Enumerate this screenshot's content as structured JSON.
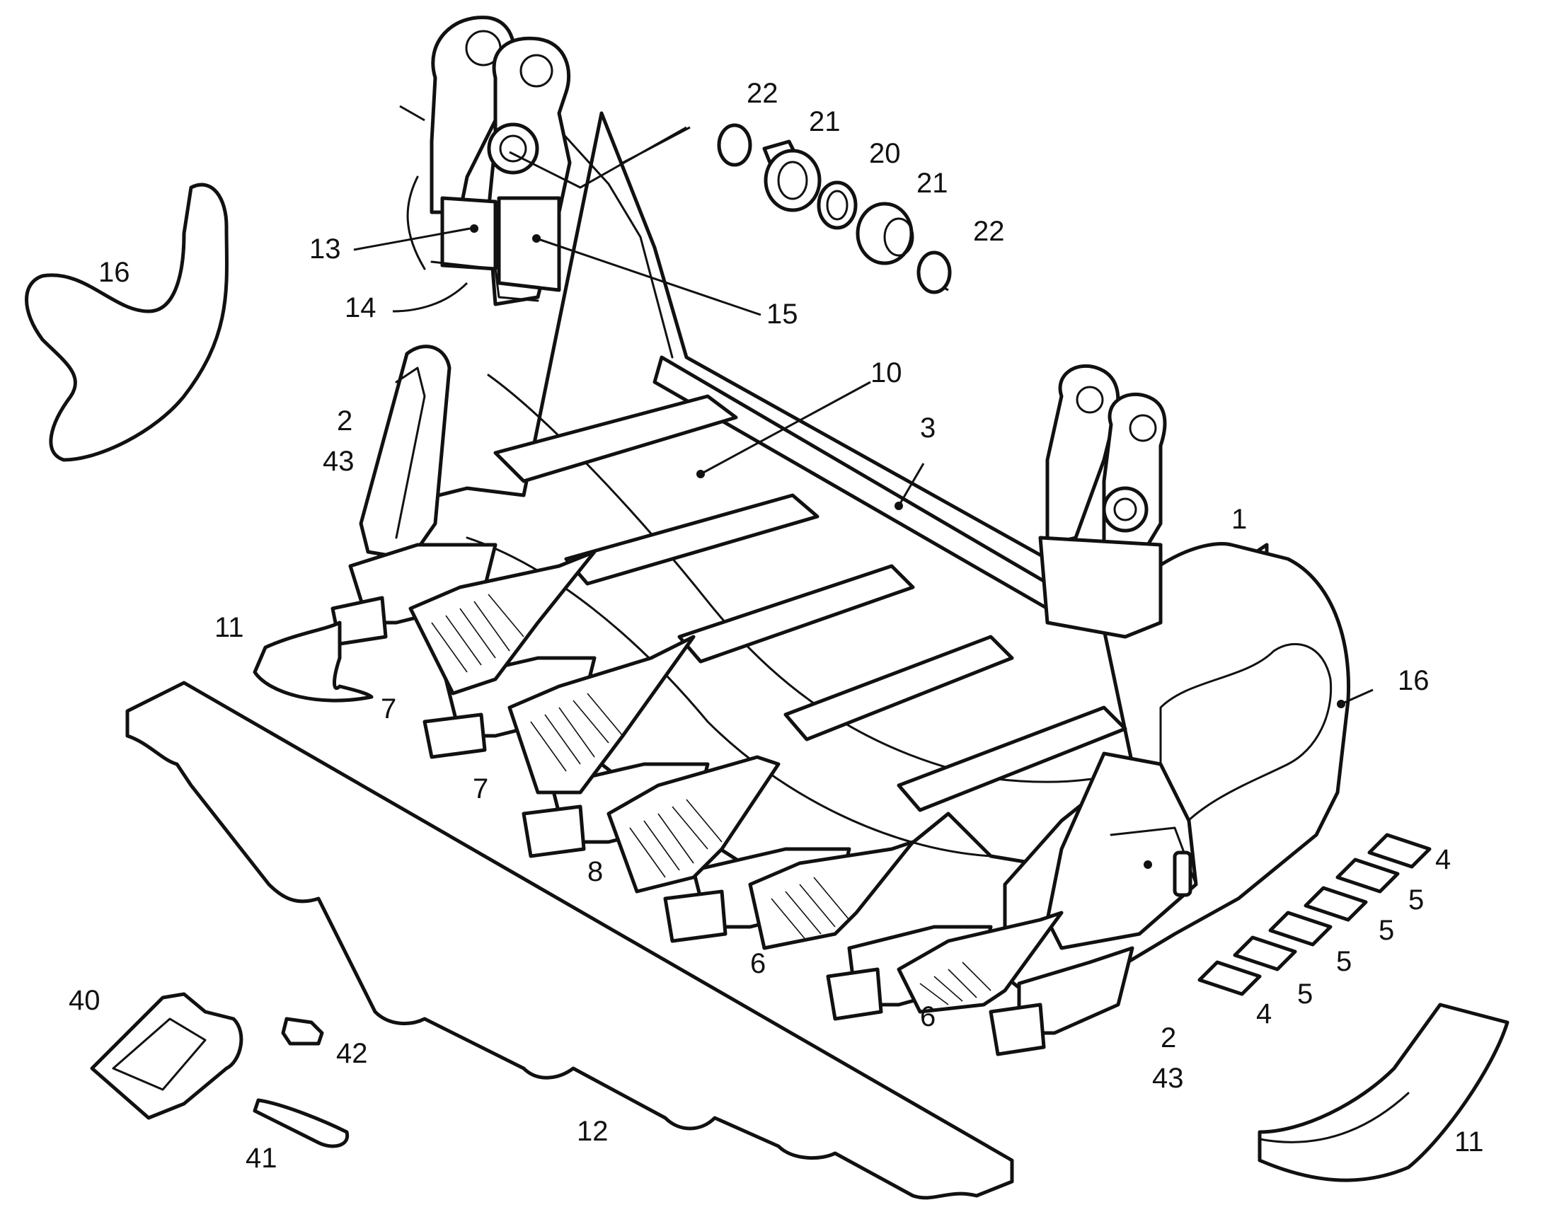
{
  "callouts": {
    "c22a": "22",
    "c21a": "21",
    "c20": "20",
    "c21b": "21",
    "c22b": "22",
    "c13": "13",
    "c14": "14",
    "c15": "15",
    "c16a": "16",
    "c16b": "16",
    "c10": "10",
    "c3": "3",
    "c1": "1",
    "c2a": "2",
    "c43a": "43",
    "c2b": "2",
    "c43b": "43",
    "c11a": "11",
    "c11b": "11",
    "c7a": "7",
    "c7b": "7",
    "c8": "8",
    "c6a": "6",
    "c6b": "6",
    "c4a": "4",
    "c5a": "5",
    "c5b": "5",
    "c5c": "5",
    "c5d": "5",
    "c4b": "4",
    "c40": "40",
    "c41": "41",
    "c42": "42",
    "c12": "12"
  },
  "colors": {
    "ink": "#111111",
    "paper": "#ffffff"
  }
}
